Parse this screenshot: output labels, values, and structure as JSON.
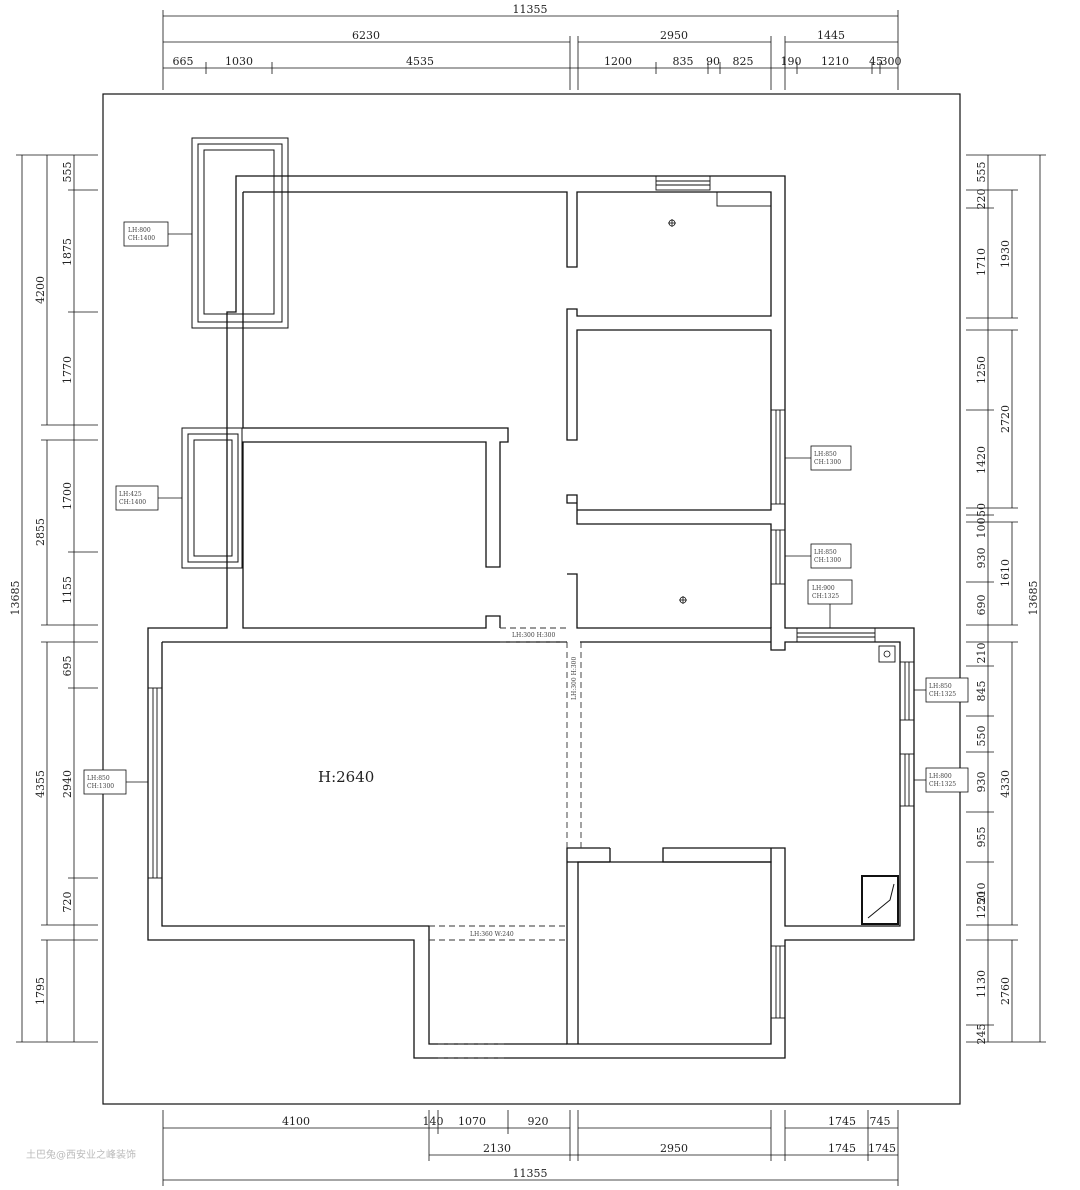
{
  "top_dims": {
    "total": "11355",
    "segments_l1": [
      "6230",
      "2950",
      "1445"
    ],
    "segments_l2": [
      "665",
      "1030",
      "4535",
      "1200",
      "835",
      "90",
      "825",
      "190",
      "1210",
      "45",
      "300"
    ]
  },
  "left_dims": {
    "total": "13685",
    "mid": [
      "4200",
      "2855",
      "4355",
      "1795"
    ],
    "inner": [
      "555",
      "1875",
      "1770",
      "1700",
      "1155",
      "695",
      "2940",
      "720"
    ]
  },
  "right_dims": {
    "total": "13685",
    "mid": [
      "1930",
      "2720",
      "1610",
      "4330",
      "2760"
    ],
    "inner": [
      "555",
      "220",
      "1710",
      "1250",
      "1420",
      "100",
      "50",
      "930",
      "690",
      "210",
      "845",
      "550",
      "930",
      "955",
      "210",
      "1250",
      "1130",
      "245"
    ]
  },
  "bottom_dims": {
    "row1": [
      "4100",
      "140",
      "1070",
      "920",
      "1745",
      "745"
    ],
    "row2": [
      "2130",
      "2950",
      "1745",
      "1745"
    ],
    "total": "11355"
  },
  "rooms": {
    "living_height": "H:2640"
  },
  "window_tags": [
    "LH:800\nCH:1400",
    "LH:425\nCH:1400",
    "LH:850\nCH:1300",
    "LH:850\nCH:1300",
    "LH:900\nCH:1325",
    "LH:850\nCH:1325",
    "LH:800\nCH:1325",
    "LH:850\nCH:1300"
  ],
  "beam_labels": [
    "LH:300 H:300",
    "LH:300 H:300",
    "LH:360 W:240"
  ],
  "watermark": "土巴兔@西安业之峰装饰",
  "footer_text": "",
  "colors": {
    "line": "#111111",
    "bg": "#ffffff"
  }
}
